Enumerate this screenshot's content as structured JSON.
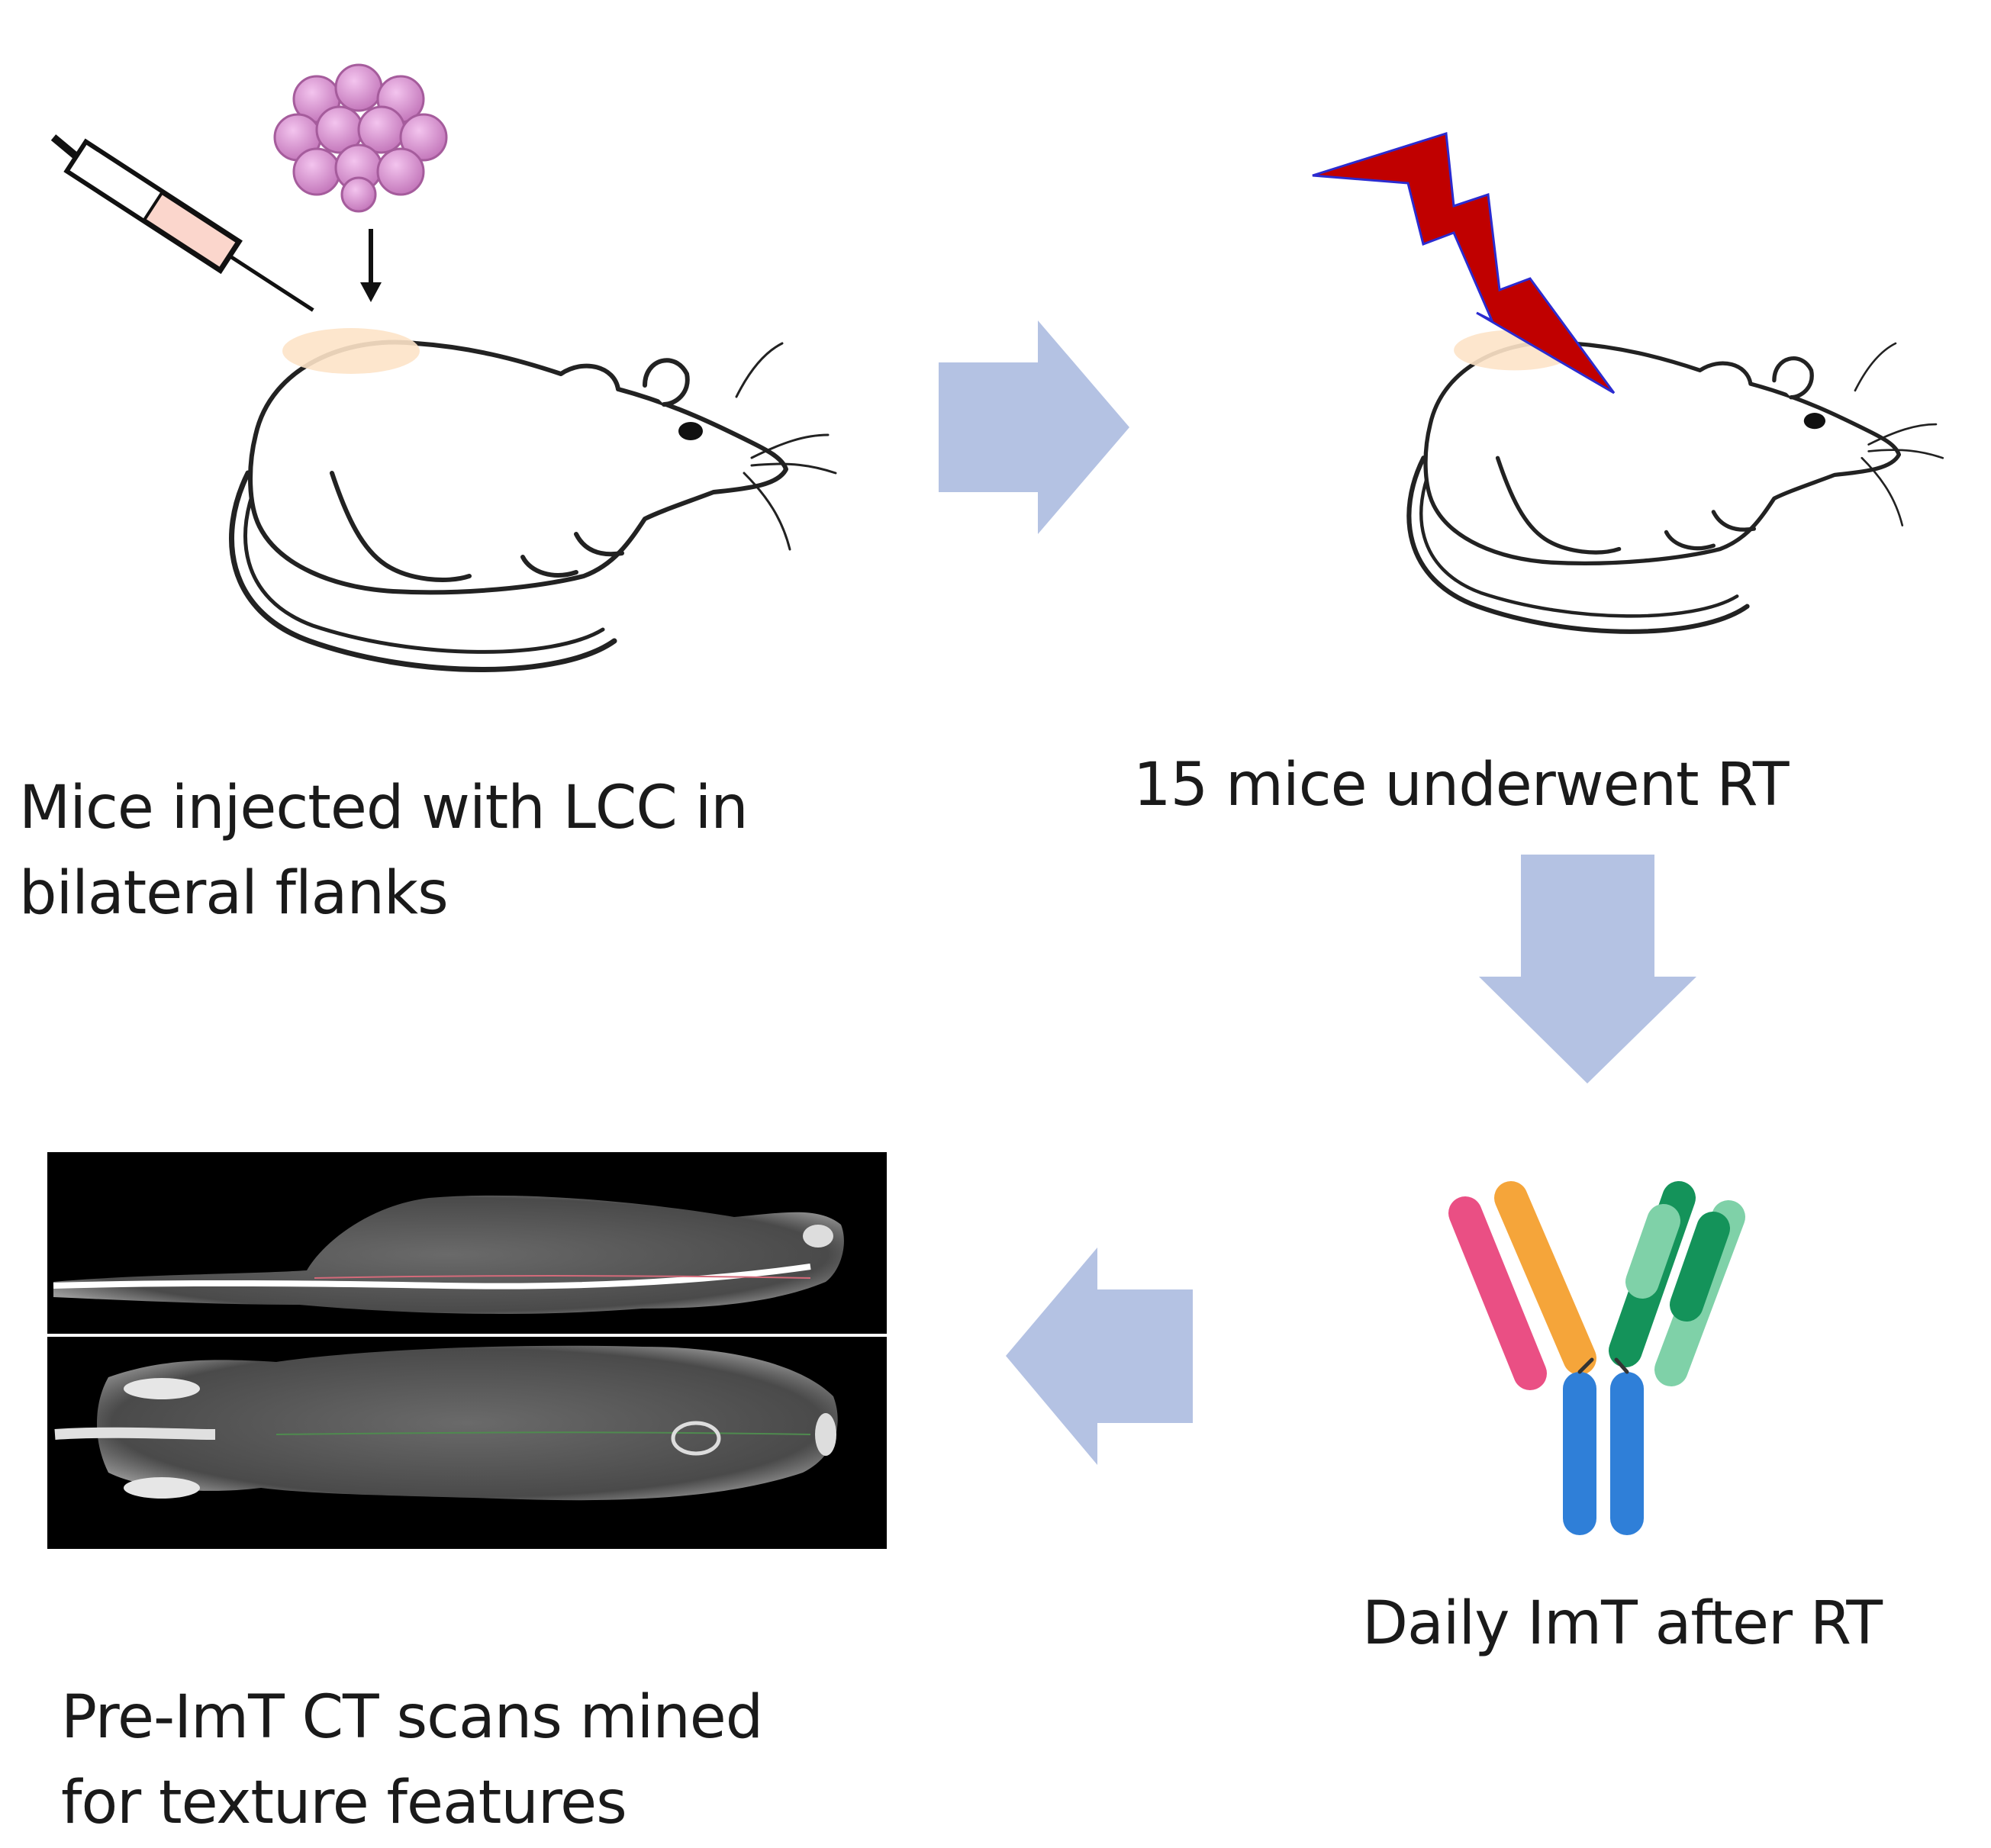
{
  "steps": [
    {
      "id": "injection",
      "lines": [
        "Mice injected with LCC in",
        "bilateral flanks"
      ],
      "icons": [
        "syringe-icon",
        "cell-cluster-icon",
        "down-arrow-icon",
        "mouse-icon"
      ]
    },
    {
      "id": "radiation",
      "lines": [
        "15 mice underwent RT"
      ],
      "icons": [
        "lightning-bolt-icon",
        "mouse-icon"
      ]
    },
    {
      "id": "immunotherapy",
      "lines": [
        "Daily ImT after RT"
      ],
      "icons": [
        "antibody-icon"
      ]
    },
    {
      "id": "ct-scan",
      "lines": [
        "Pre-ImT CT scans mined",
        "for texture features"
      ],
      "icons": [
        "ct-scan-image"
      ]
    }
  ],
  "flow_arrows": [
    "right",
    "down",
    "left"
  ],
  "colors": {
    "flow_arrow": "#b4c2e3",
    "lightning": "#c00000",
    "lightning_outline": "#2b2bd0",
    "cells": "#d98ad0",
    "antibody_pink": "#ea4f84",
    "antibody_orange": "#f5a53a",
    "antibody_dark_green": "#14935a",
    "antibody_light_green": "#7fd1a8",
    "antibody_blue": "#2f7fd8",
    "tumor": "#fde3c8"
  }
}
